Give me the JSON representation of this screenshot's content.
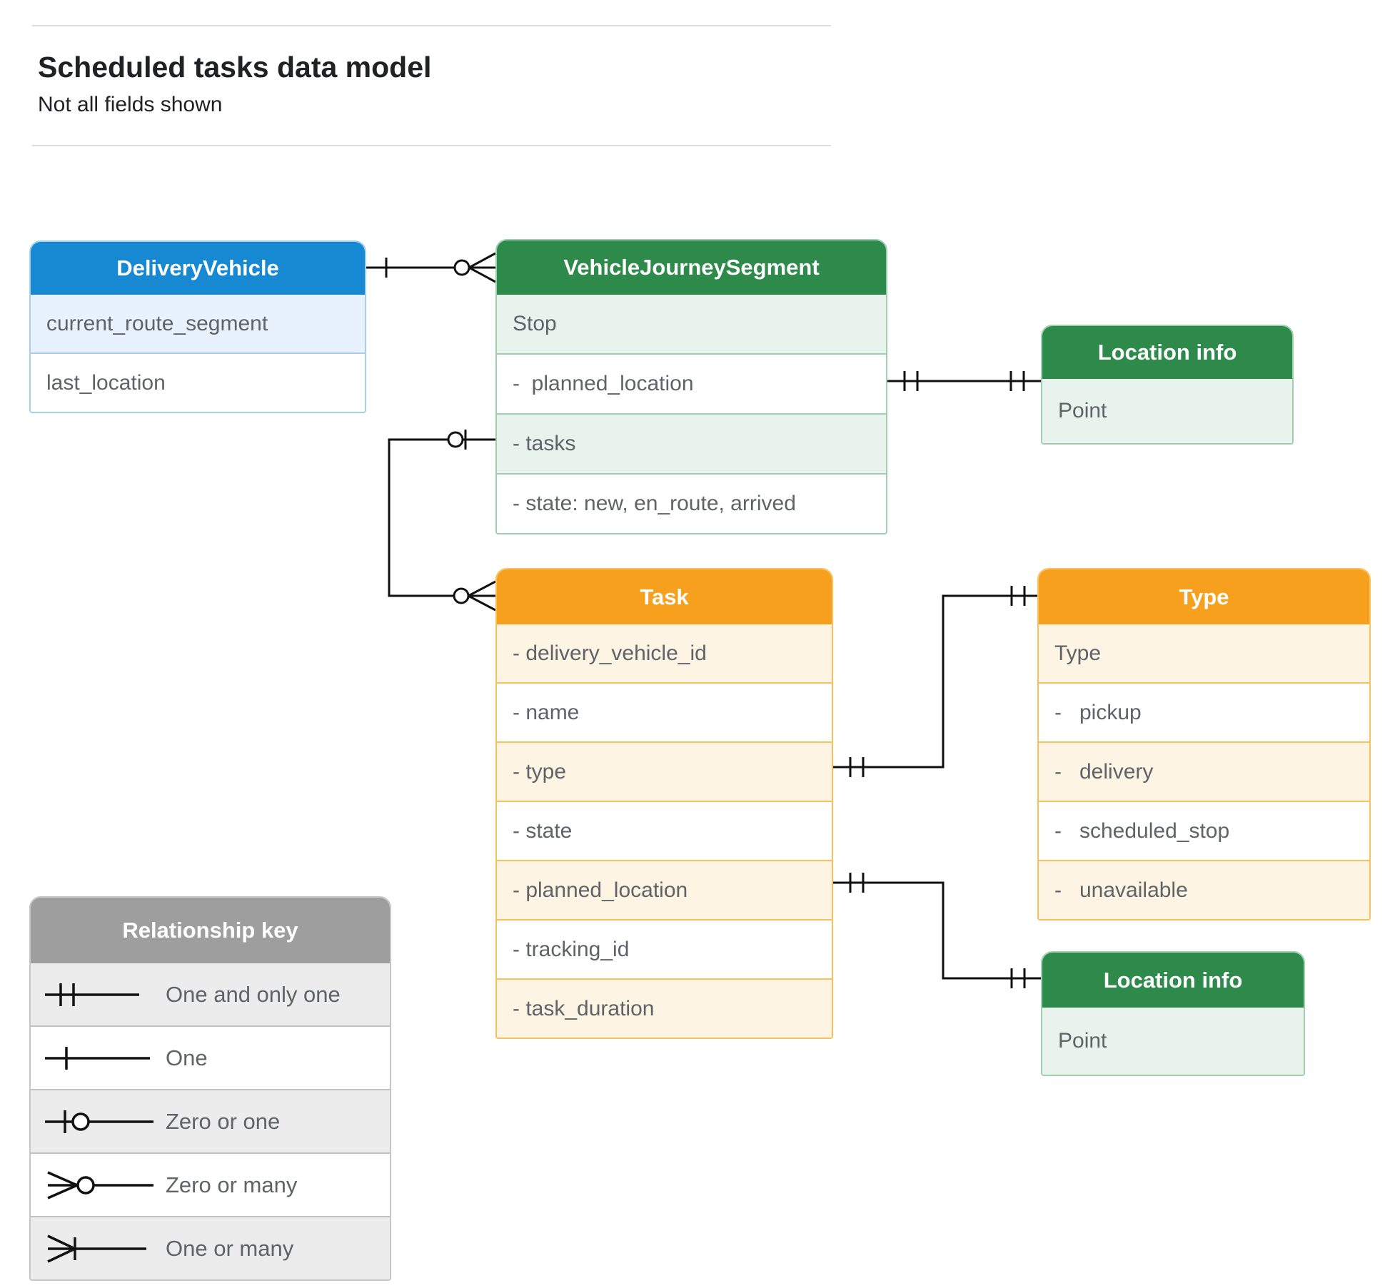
{
  "header": {
    "title": "Scheduled tasks data model",
    "subtitle": "Not all fields shown"
  },
  "entities": {
    "delivery_vehicle": {
      "title": "DeliveryVehicle",
      "rows": [
        "current_route_segment",
        "last_location"
      ]
    },
    "vehicle_journey_segment": {
      "title": "VehicleJourneySegment",
      "rows": [
        "Stop",
        "-  planned_location",
        "- tasks",
        "- state: new, en_route, arrived"
      ]
    },
    "location_info_top": {
      "title": "Location info",
      "rows": [
        "Point"
      ]
    },
    "task": {
      "title": "Task",
      "rows": [
        "- delivery_vehicle_id",
        "- name",
        "- type",
        "- state",
        "- planned_location",
        "- tracking_id",
        "- task_duration"
      ]
    },
    "type": {
      "title": "Type",
      "rows": [
        "Type",
        "-   pickup",
        "-   delivery",
        "-   scheduled_stop",
        "-   unavailable"
      ]
    },
    "location_info_bottom": {
      "title": "Location info",
      "rows": [
        "Point"
      ]
    }
  },
  "legend": {
    "title": "Relationship key",
    "items": [
      {
        "symbol": "one-and-only-one",
        "label": "One and only one"
      },
      {
        "symbol": "one",
        "label": "One"
      },
      {
        "symbol": "zero-or-one",
        "label": "Zero or one"
      },
      {
        "symbol": "zero-or-many",
        "label": "Zero or many"
      },
      {
        "symbol": "one-or-many",
        "label": "One or many"
      }
    ]
  },
  "relationships": [
    {
      "from": "DeliveryVehicle",
      "from_cardinality": "one",
      "to": "VehicleJourneySegment",
      "to_cardinality": "zero-or-many"
    },
    {
      "from": "VehicleJourneySegment.tasks",
      "from_cardinality": "zero-or-one",
      "to": "Task",
      "to_cardinality": "zero-or-many"
    },
    {
      "from": "VehicleJourneySegment.planned_location",
      "from_cardinality": "one-and-only-one",
      "to": "Location info",
      "to_cardinality": "one-and-only-one"
    },
    {
      "from": "Task.type",
      "from_cardinality": "one-and-only-one",
      "to": "Type",
      "to_cardinality": "one-and-only-one"
    },
    {
      "from": "Task.planned_location",
      "from_cardinality": "one-and-only-one",
      "to": "Location info",
      "to_cardinality": "one-and-only-one"
    }
  ],
  "colors": {
    "blue": "#1789d3",
    "green": "#2d8a4b",
    "orange": "#f7a01d",
    "gray": "#9e9e9e",
    "line": "#111111"
  }
}
